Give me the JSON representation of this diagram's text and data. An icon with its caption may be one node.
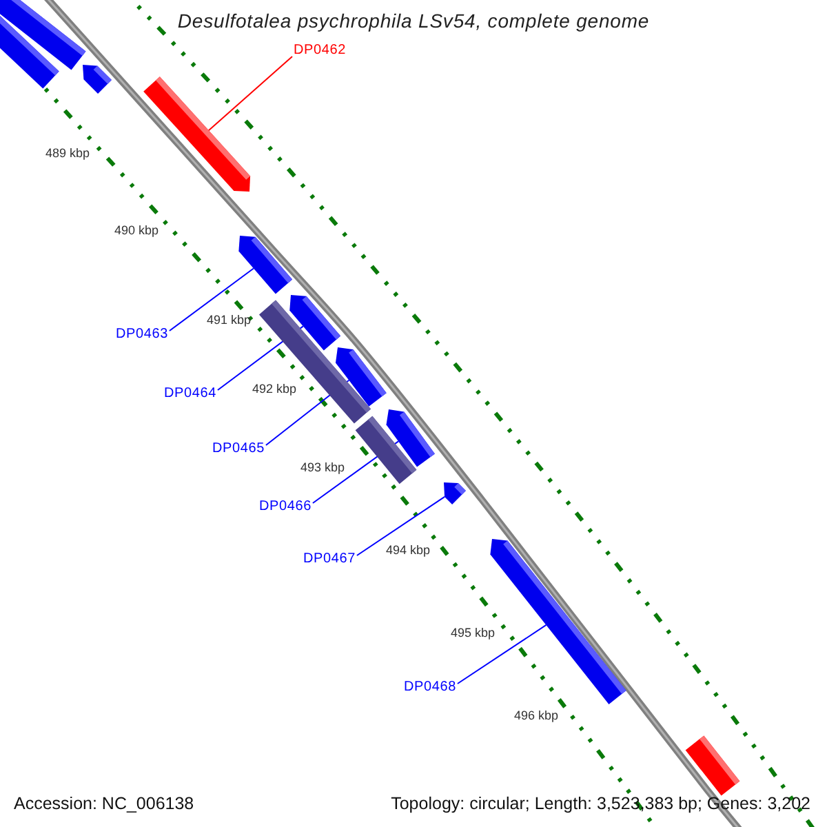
{
  "diagram": {
    "title": "Desulfotalea psychrophila LSv54, complete genome",
    "nodes": [
      {
        "text": [
          "DP0462"
        ]
      },
      {
        "text": [
          "DP0463"
        ]
      },
      {
        "text": [
          "DP0464"
        ]
      },
      {
        "text": [
          "DP0465"
        ]
      },
      {
        "text": [
          "DP0466"
        ]
      },
      {
        "text": [
          "DP0467"
        ]
      },
      {
        "text": [
          "DP0468"
        ]
      },
      {
        "text": [],
        "shape": "bar"
      },
      {
        "text": [],
        "shape": "bar"
      },
      {
        "text": [],
        "shape": "bar"
      },
      {
        "text": [],
        "shape": "bar"
      },
      {
        "text": [],
        "shape": "bar"
      },
      {
        "text": [],
        "shape": "bar"
      },
      {
        "text": [],
        "shape": "bar"
      },
      {
        "text": [],
        "shape": "bar"
      },
      {
        "text": [],
        "shape": "bar"
      },
      {
        "text": [],
        "shape": "bar"
      },
      {
        "text": [],
        "shape": "bar"
      },
      {
        "text": [],
        "shape": "bar"
      },
      {
        "text": [],
        "shape": "bar"
      }
    ],
    "edges": [
      {
        "from": 0,
        "to": 10,
        "arrow": "none",
        "color": "#ff0000"
      },
      {
        "from": 1,
        "to": 11,
        "arrow": "none"
      },
      {
        "from": 2,
        "to": 12,
        "arrow": "none"
      },
      {
        "from": 3,
        "to": 14,
        "arrow": "none"
      },
      {
        "from": 4,
        "to": 15,
        "arrow": "none"
      },
      {
        "from": 5,
        "to": 17,
        "arrow": "none"
      },
      {
        "from": 6,
        "to": 18,
        "arrow": "none"
      }
    ],
    "labels": [
      "489 kbp",
      "490 kbp",
      "491 kbp",
      "492 kbp",
      "493 kbp",
      "494 kbp",
      "495 kbp",
      "496 kbp",
      "Accession: NC_006138",
      "Topology: circular; Length: 3,523,383 bp; Genes: 3,202"
    ]
  }
}
